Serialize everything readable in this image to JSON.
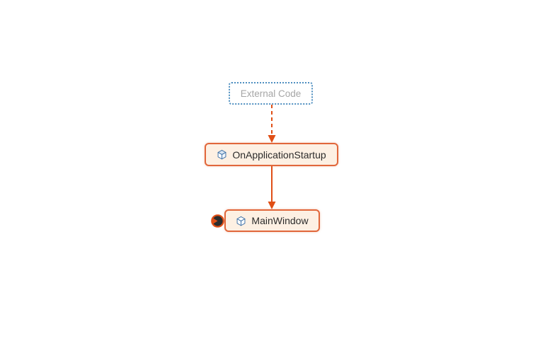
{
  "diagram": {
    "type": "call-graph",
    "nodes": {
      "external": {
        "label": "External Code"
      },
      "startup": {
        "label": "OnApplicationStartup"
      },
      "main": {
        "label": "MainWindow"
      }
    },
    "edges": [
      {
        "from": "external",
        "to": "startup",
        "style": "dashed"
      },
      {
        "from": "startup",
        "to": "main",
        "style": "solid"
      }
    ],
    "icons": {
      "startup": "cube-icon",
      "main": "cube-icon",
      "main_badge": "entry-point-badge"
    },
    "colors": {
      "edge_orange": "#e04f16",
      "node_border": "#e1673b",
      "node_fill": "#fdf0e3",
      "node_text": "#2b2b2b",
      "external_border": "#4f8fc0",
      "external_text": "#a6a6a6",
      "icon_blue": "#3b6ea5",
      "icon_blue_light": "#d9e6f2",
      "badge_dark": "#2d2d2d"
    }
  }
}
